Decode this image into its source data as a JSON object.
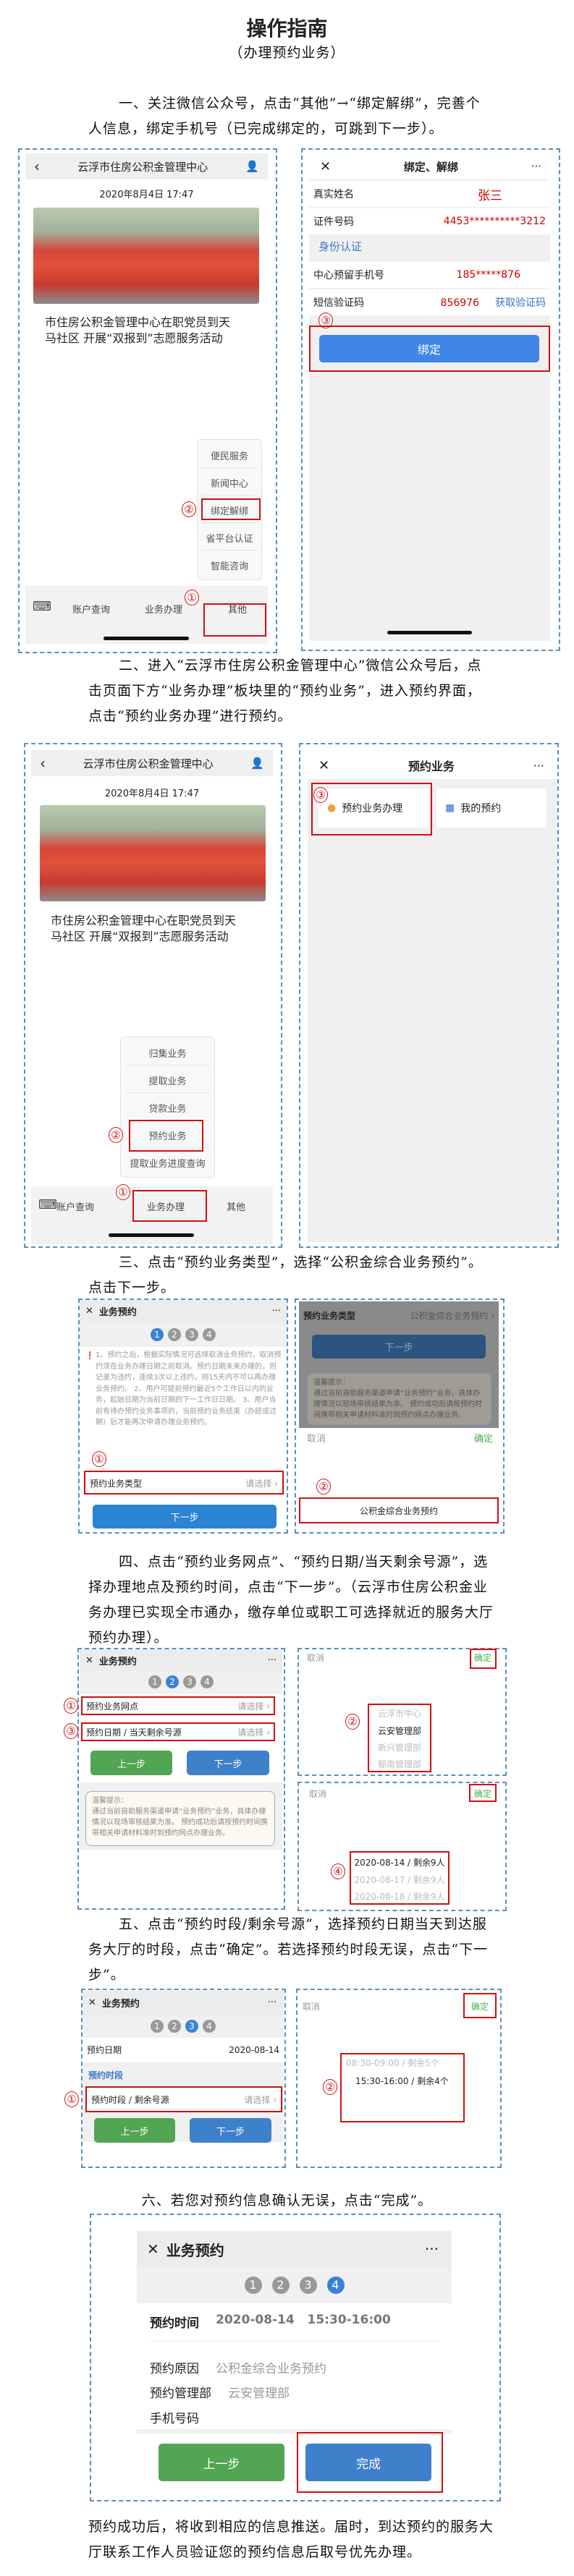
{
  "title": "操作指南",
  "subtitle": "（办理预约业务）",
  "markers": [
    "①",
    "②",
    "③",
    "④"
  ],
  "steps": {
    "s1": "一、关注微信公众号，点击“其他”→“绑定解绑”，完善个人信息，绑定手机号（已完成绑定的，可跳到下一步）。",
    "s2": "二、进入“云浮市住房公积金管理中心”微信公众号后，点击页面下方“业务办理”板块里的“预约业务”，进入预约界面，点击“预约业务办理”进行预约。",
    "s3": "三、点击“预约业务类型”，选择“公积金综合业务预约”。点击下一步。",
    "s4": "四、点击“预约业务网点”、“预约日期/当天剩余号源”，选择办理地点及预约时间，点击“下一步”。（云浮市住房公积金业务办理已实现全市通办，缴存单位或职工可选择就近的服务大厅预约办理）。",
    "s5": "五、点击“预约时段/剩余号源”，选择预约日期当天到达服务大厅的时段，点击“确定”。若选择预约时段无误，点击“下一步”。",
    "s6": "六、若您对预约信息确认无误，点击“完成”。",
    "final": "预约成功后，将收到相应的信息推送。届时，到达预约的服务大厅联系工作人员验证您的预约信息后取号优先办理。"
  },
  "official": {
    "title": "云浮市住房公积金管理中心",
    "date": "2020年8月4日 17:47",
    "article": "市住房公积金管理中心在职党员到天马社区 开展“双报到”志愿服务活动",
    "menu_other": [
      "便民服务",
      "新闻中心",
      "绑定解绑",
      "省平台认证",
      "智能咨询"
    ],
    "menu_business": [
      "归集业务",
      "提取业务",
      "贷款业务",
      "预约业务",
      "提取业务进度查询"
    ],
    "tabs": [
      "账户查询",
      "业务办理",
      "其他"
    ]
  },
  "bind": {
    "title": "绑定、解绑",
    "rows": [
      {
        "label": "真实姓名",
        "value": "张三"
      },
      {
        "label": "证件号码",
        "value": "4453**********3212"
      }
    ],
    "section": "身份认证",
    "phone_label": "中心预留手机号",
    "phone_value": "185*****876",
    "sms_label": "短信验证码",
    "sms_value": "856976",
    "sms_button": "获取验证码",
    "button": "绑定"
  },
  "appt": {
    "title": "预约业务",
    "cards": [
      "预约业务办理",
      "我的预约"
    ]
  },
  "form": {
    "title": "业务预约",
    "step_numbers": [
      "1",
      "2",
      "3",
      "4"
    ],
    "notice": "1、预约之后，根据实际情况可选择取消业务预约，取消预约须在业务办理日期之前取消。预约日期未来办理的，则记录为违约，连续3次以上违约，则15天内不可以再办理业务预约。 2、用户可提前预约最近5个工作日以内的业务，起始日期为当前日期的下一工作日日期。 3、用户当前有待办预约业务事项的，当前预约业务结束（办结或过期）后才能再次申请办理业务预约。",
    "type_label": "预约业务类型",
    "placeholder": "请选择 ›",
    "type_value": "公积金综合业务预约 ›",
    "type_option": "公积金综合业务预约",
    "next": "下一步",
    "prev": "上一步",
    "finish": "完成",
    "cancel": "取消",
    "confirm": "确定",
    "tips_title": "温馨提示：",
    "tips_body": "通过当前自助服务渠道申请“业务预约”业务，具体办理情况以现场审核结果为准。 预约成功后请按预约时间携带相关申请材料准时到预约网点办理业务。",
    "outlet_label": "预约业务网点",
    "date_label": "预约日期 / 当天剩余号源",
    "outlets": [
      "云浮市中心",
      "云安管理部",
      "新兴管理部",
      "郁南管理部"
    ],
    "dates": [
      "2020-08-14 / 剩余9人",
      "2020-08-17 / 剩余9人",
      "2020-08-18 / 剩余9人"
    ],
    "appt_date_label": "预约日期",
    "appt_date_value": "2020-08-14",
    "slot_section": "预约时段",
    "slot_label": "预约时段 / 剩余号源",
    "slots": [
      "08:30-09:00 / 剩余5个",
      "15:30-16:00 / 剩余4个"
    ],
    "summary": {
      "time_label": "预约时间",
      "time_value": "2020-08-14   15:30-16:00",
      "reason_label": "预约原因",
      "reason_value": "公积金综合业务预约",
      "dept_label": "预约管理部",
      "dept_value": "云安管理部",
      "phone_label": "手机号码"
    }
  },
  "colors": {
    "dash": "#5b8fc0",
    "highlight": "#d01010",
    "primary": "#3f80cb",
    "secondary": "#52a552"
  }
}
